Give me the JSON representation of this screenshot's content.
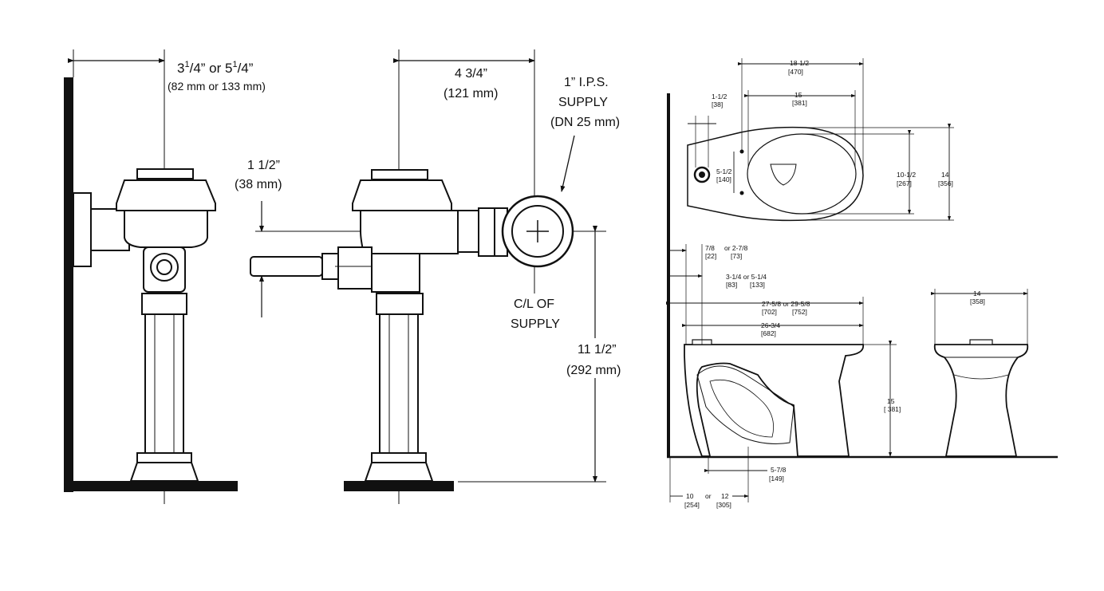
{
  "valve_left": {
    "dim_width_main": "3",
    "dim_width_frac1": "1",
    "dim_width_mid": "/4” or 5",
    "dim_width_frac2": "1",
    "dim_width_end": "/4”",
    "dim_width_metric": "(82 mm or 133 mm)"
  },
  "valve_right": {
    "dim_offset": "4 3/4”",
    "dim_offset_metric": "(121 mm)",
    "supply_line1": "1” I.P.S.",
    "supply_line2": "SUPPLY",
    "supply_line3": "(DN 25 mm)",
    "dim_handle": "1 1/2”",
    "dim_handle_metric": "(38 mm)",
    "cl_line1": "C/L OF",
    "cl_line2": "SUPPLY",
    "dim_height": "11 1/2”",
    "dim_height_metric": "(292 mm)"
  },
  "bowl_top": {
    "d_length": "18-1/2",
    "d_length_mm": "[470]",
    "d_rim": "15",
    "d_rim_mm": "[381]",
    "d_hole": "1-1/2",
    "d_hole_mm": "[38]",
    "d_bolt": "5-1/2",
    "d_bolt_mm": "[140]",
    "d_inner_w": "10-1/2",
    "d_inner_w_mm": "[267]",
    "d_outer_w": "14",
    "d_outer_w_mm": "[356]"
  },
  "bowl_side": {
    "d_a": "7/8",
    "d_a_mm": "[22]",
    "d_a_or": "or 2-7/8",
    "d_a_or_mm": "[73]",
    "d_b": "3-1/4 or 5-1/4",
    "d_b_mm1": "[83]",
    "d_b_mm2": "[133]",
    "d_c": "27-5/8 or 29-5/8",
    "d_c_mm1": "[702]",
    "d_c_mm2": "[752]",
    "d_d": "26-3/4",
    "d_d_mm": "[682]",
    "d_h": "15",
    "d_h_mm": "[ 381]",
    "d_e": "5-7/8",
    "d_e_mm": "[149]",
    "d_f": "10",
    "d_f_or": "or",
    "d_f_alt": "12",
    "d_f_mm1": "[254]",
    "d_f_mm2": "[305]"
  },
  "bowl_front": {
    "d_w": "14",
    "d_w_mm": "[358]"
  }
}
